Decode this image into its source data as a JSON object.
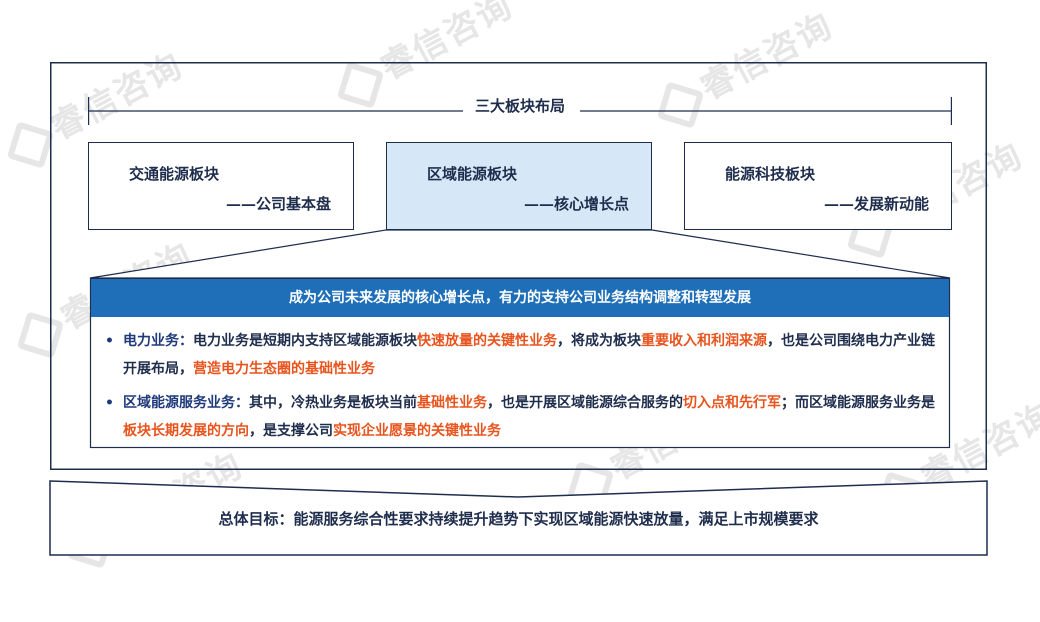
{
  "watermark": "睿信咨询",
  "section_title": "三大板块布局",
  "segments": [
    {
      "name": "交通能源板块",
      "tag": "——公司基本盘"
    },
    {
      "name": "区域能源板块",
      "tag": "——核心增长点"
    },
    {
      "name": "能源科技板块",
      "tag": "——发展新动能"
    }
  ],
  "core": {
    "header": "成为公司未来发展的核心增长点，有力的支持公司业务结构调整和转型发展",
    "bullets": [
      {
        "parts": [
          {
            "text": "电力业务：",
            "style": "k"
          },
          {
            "text": "电力业务是短期内支持区域能源板块",
            "style": ""
          },
          {
            "text": "快速放量的关键性业务",
            "style": "r"
          },
          {
            "text": "，将成为板块",
            "style": ""
          },
          {
            "text": "重要收入和利润来源",
            "style": "r"
          },
          {
            "text": "，也是公司围绕电力产业链开展布局，",
            "style": ""
          },
          {
            "text": "营造电力生态圈的基础性业务",
            "style": "r"
          }
        ]
      },
      {
        "parts": [
          {
            "text": "区域能源服务业务：",
            "style": "k"
          },
          {
            "text": "其中，冷热业务是板块当前",
            "style": ""
          },
          {
            "text": "基础性业务",
            "style": "r"
          },
          {
            "text": "，也是开展区域能源综合服务的",
            "style": ""
          },
          {
            "text": "切入点和先行军",
            "style": "r"
          },
          {
            "text": "；而区域能源服务业务是",
            "style": ""
          },
          {
            "text": "板块长期发展的方向",
            "style": "r"
          },
          {
            "text": "，是支撑公司",
            "style": ""
          },
          {
            "text": "实现企业愿景的关键性业务",
            "style": "r"
          }
        ]
      }
    ]
  },
  "goal": "总体目标：能源服务综合性要求持续提升趋势下实现区域能源快速放量，满足上市规模要求",
  "colors": {
    "navy": "#1f2d4d",
    "header_blue": "#1f6fb8",
    "highlight": "#d6e8f7",
    "emphasis": "#e8541e"
  }
}
